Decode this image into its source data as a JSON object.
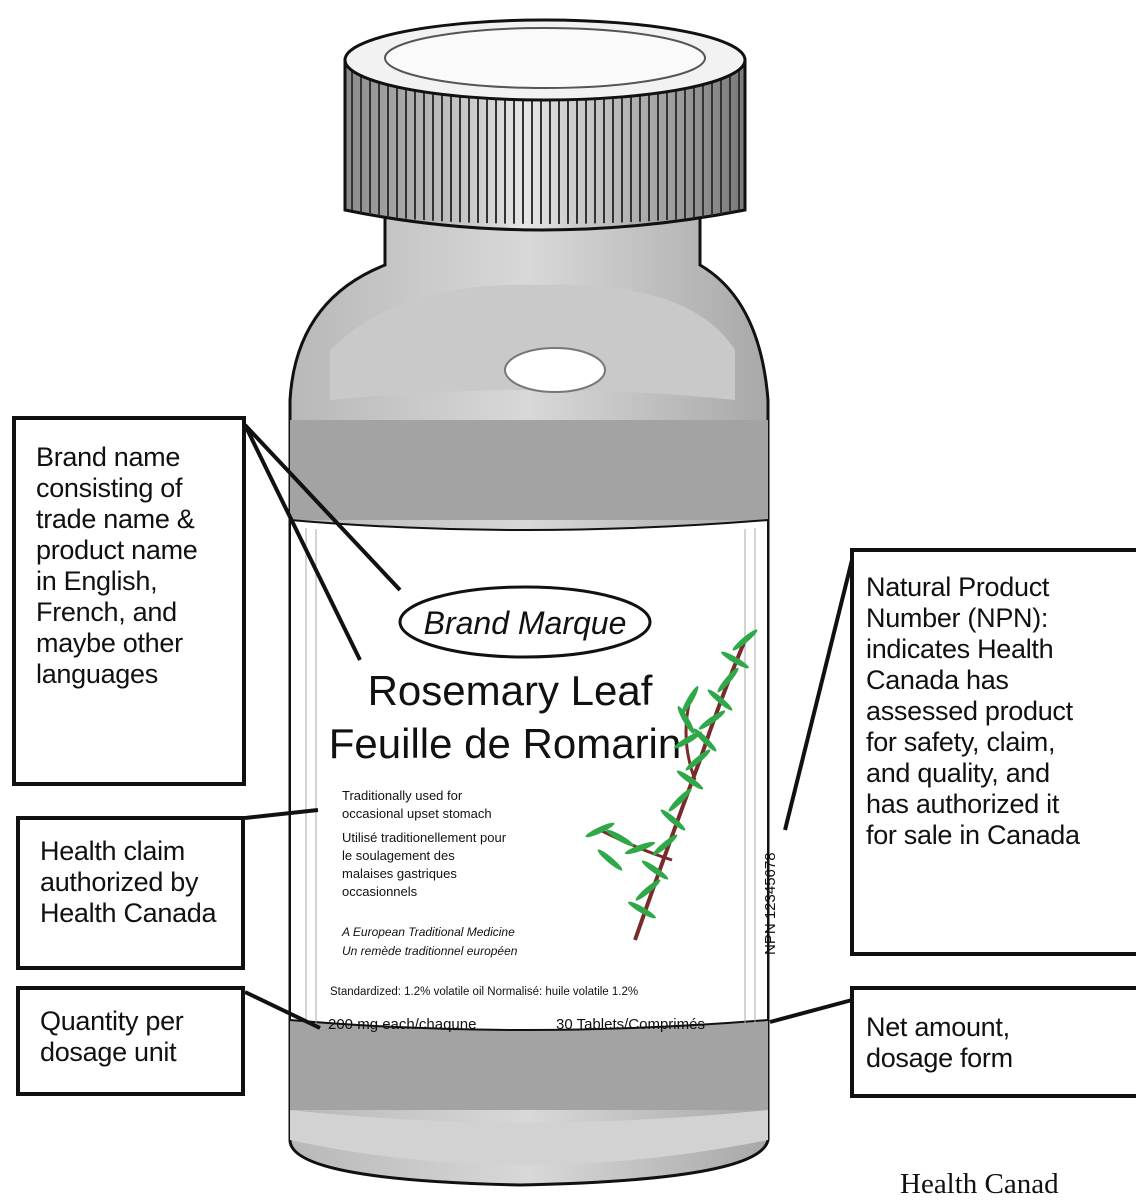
{
  "label": {
    "brand": "Brand Marque",
    "product_en": "Rosemary Leaf",
    "product_fr": "Feuille de Romarin",
    "claim_lines": [
      "Traditionally used for",
      "occasional upset stomach",
      "Utilisé traditionellement pour",
      "le soulagement des",
      "malaises gastriques",
      "occasionnels"
    ],
    "tradition_lines": [
      "A European Traditional Medicine",
      "Un remède traditionnel européen"
    ],
    "standardized": "Standardized: 1.2% volatile oil  Normalisé: huile volatile 1.2%",
    "dose": "200 mg each/chaqune",
    "count": "30 Tablets/Comprimés",
    "npn": "NPN 12345678"
  },
  "callouts": {
    "brand": "Brand name\nconsisting of\ntrade name &\nproduct name\nin English,\nFrench, and\nmaybe other\nlanguages",
    "health": "Health claim\nauthorized by\nHealth Canada",
    "quantity": "Quantity per\ndosage unit",
    "npn": "Natural Product\nNumber (NPN):\nindicates Health\nCanada has\nassessed product\nfor safety, claim,\nand quality, and\nhas authorized it\nfor sale in Canada",
    "net": "Net amount,\ndosage form"
  },
  "credit": "Health Canad",
  "colors": {
    "outline": "#111111",
    "bottle_grey": "#9a9a9a",
    "leaf_green": "#2fa84a",
    "stem": "#7a2a2a"
  }
}
